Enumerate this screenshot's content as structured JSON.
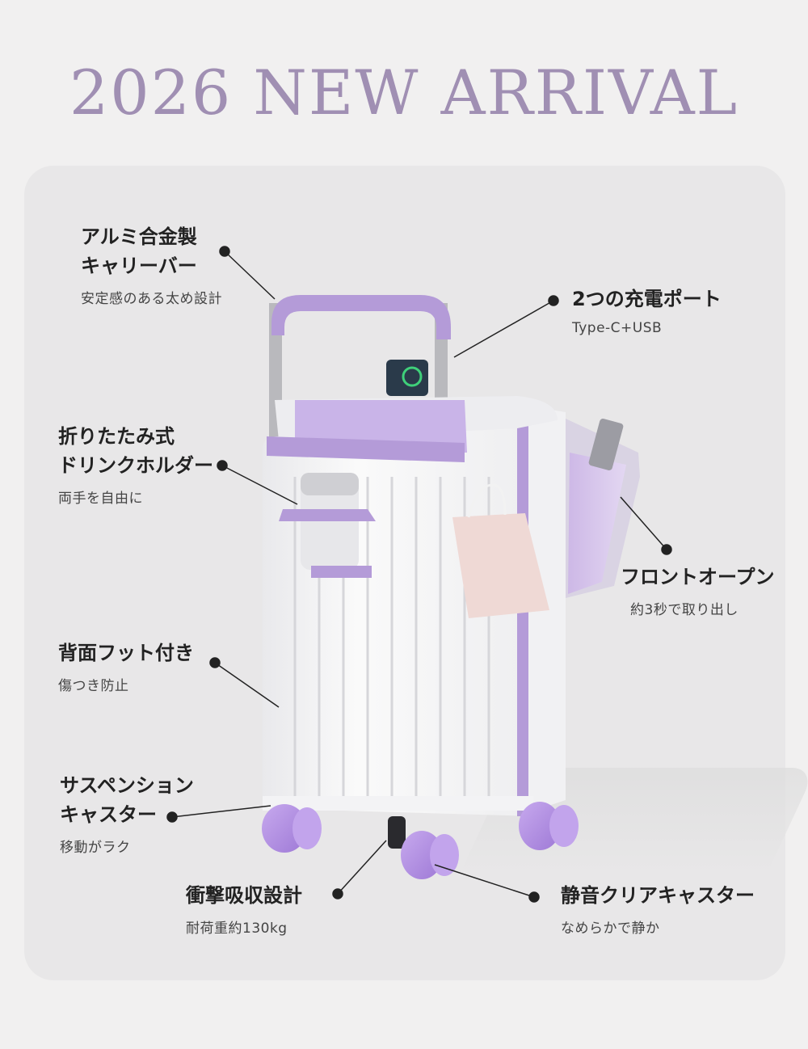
{
  "headline": "2026 NEW ARRIVAL",
  "colors": {
    "accent_purple": "#b49bd8",
    "headline": "#a08fb3",
    "panel": "#e8e7e8",
    "body_white": "#f7f7f8"
  },
  "features": {
    "handle": {
      "title": "アルミ合金製\nキャリーバー",
      "sub": "安定感のある太め設計"
    },
    "ports": {
      "title": "2つの充電ポート",
      "sub": "Type-C+USB"
    },
    "holder": {
      "title": "折りたたみ式\nドリンクホルダー",
      "sub": "両手を自由に"
    },
    "front": {
      "title": "フロントオープン",
      "sub": "約3秒で取り出し"
    },
    "foot": {
      "title": "背面フット付き",
      "sub": "傷つき防止"
    },
    "caster": {
      "title": "サスペンション\nキャスター",
      "sub": "移動がラク"
    },
    "shock": {
      "title": "衝撃吸収設計",
      "sub": "耐荷重約130kg"
    },
    "quiet": {
      "title": "静音クリアキャスター",
      "sub": "なめらかで静か"
    }
  }
}
